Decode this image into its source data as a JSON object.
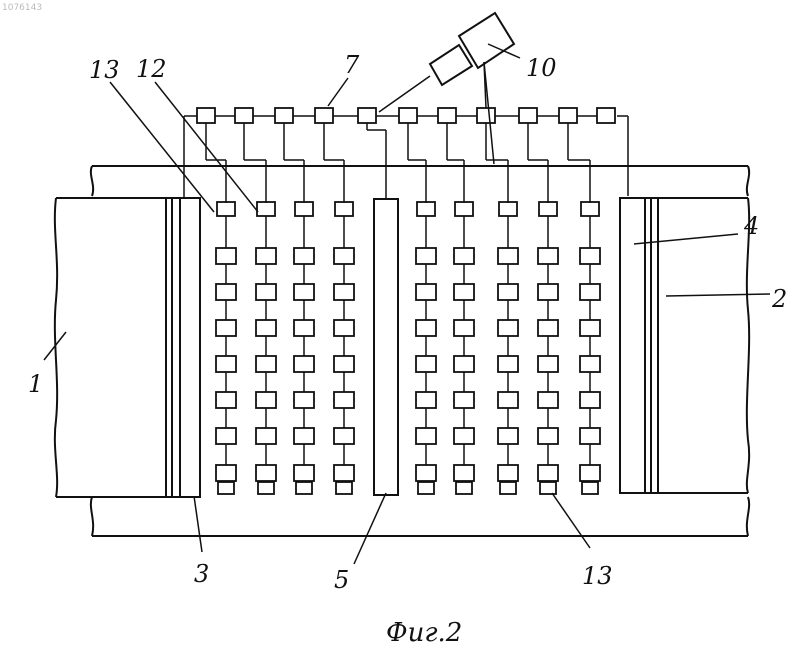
{
  "document": {
    "corner_number": "1076143",
    "caption": "Фиг.2"
  },
  "labels": {
    "l1": "1",
    "l2": "2",
    "l3": "3",
    "l4": "4",
    "l5": "5",
    "l7": "7",
    "l10": "10",
    "l12": "12",
    "l13_top": "13",
    "l13_bottom": "13"
  }
}
